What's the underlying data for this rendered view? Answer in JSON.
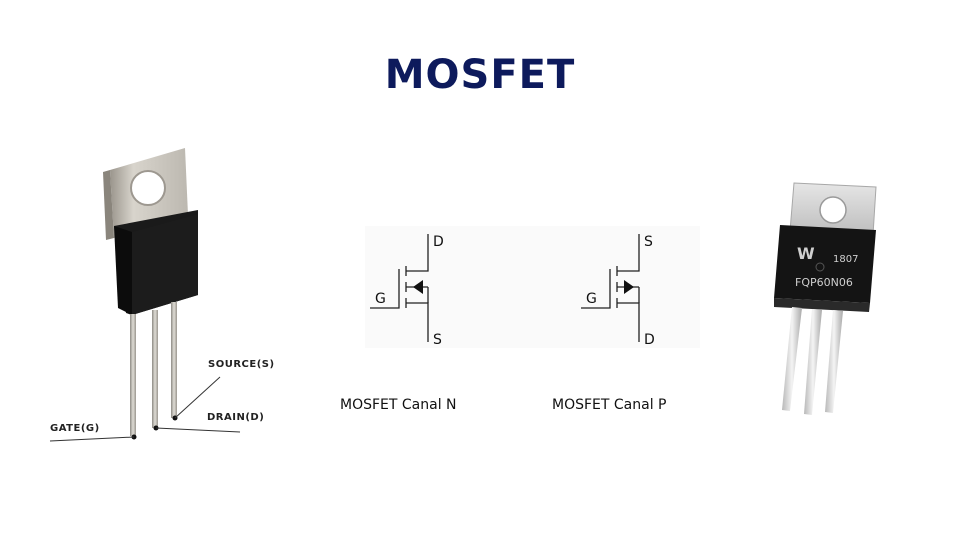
{
  "title": "MOSFET",
  "left_component": {
    "name": "TO-220 MOSFET 3D render",
    "labels": {
      "source": "SOURCE(S)",
      "drain": "DRAIN(D)",
      "gate": "GATE(G)"
    }
  },
  "symbols": {
    "n_channel": {
      "top_pin": "D",
      "gate_pin": "G",
      "bottom_pin": "S",
      "caption": "MOSFET Canal N"
    },
    "p_channel": {
      "top_pin": "S",
      "gate_pin": "G",
      "bottom_pin": "D",
      "caption": "MOSFET Canal P"
    }
  },
  "right_component": {
    "name": "TO-220 MOSFET photo",
    "logo": "W",
    "date_code": "1807",
    "part_number": "FQP60N06"
  },
  "colors": {
    "title": "#0d1a5c",
    "background": "#ffffff",
    "tab_metal": "#c9c6c0",
    "body_black": "#151515"
  }
}
